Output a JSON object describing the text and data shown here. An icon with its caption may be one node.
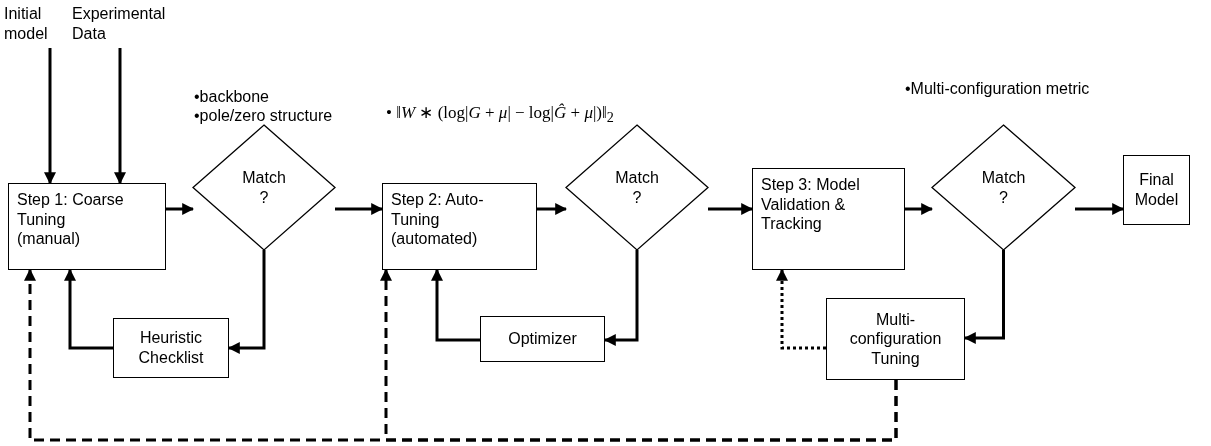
{
  "diagram": {
    "nodes": [
      {
        "text": [
          "Initial model"
        ]
      },
      {
        "text": [
          "Experimental Data"
        ]
      },
      {
        "text": [
          "Step 1: Coarse Tuning (manual)"
        ]
      },
      {
        "text": [
          "Match ?"
        ]
      },
      {
        "text": [
          "Step 2: Auto-Tuning (automated)"
        ]
      },
      {
        "text": [
          "Match ?"
        ]
      },
      {
        "text": [
          "Step 3: Model Validation & Tracking"
        ]
      },
      {
        "text": [
          "Match ?"
        ]
      },
      {
        "text": [
          "Final Model"
        ]
      },
      {
        "text": [
          "Heuristic Checklist"
        ]
      },
      {
        "text": [
          "Optimizer"
        ]
      },
      {
        "text": [
          "Multi-configuration Tuning"
        ]
      }
    ],
    "edges": [
      {
        "from": 0,
        "to": 2,
        "arrow": "to"
      },
      {
        "from": 1,
        "to": 2,
        "arrow": "to"
      },
      {
        "from": 2,
        "to": 3,
        "arrow": "to"
      },
      {
        "from": 3,
        "to": 4,
        "arrow": "to"
      },
      {
        "from": 3,
        "to": 9,
        "arrow": "to"
      },
      {
        "from": 9,
        "to": 2,
        "arrow": "to"
      },
      {
        "from": 4,
        "to": 5,
        "arrow": "to"
      },
      {
        "from": 5,
        "to": 6,
        "arrow": "to"
      },
      {
        "from": 5,
        "to": 10,
        "arrow": "to"
      },
      {
        "from": 10,
        "to": 4,
        "arrow": "to"
      },
      {
        "from": 6,
        "to": 7,
        "arrow": "to"
      },
      {
        "from": 7,
        "to": 8,
        "arrow": "to"
      },
      {
        "from": 7,
        "to": 11,
        "arrow": "to"
      },
      {
        "from": 11,
        "to": 6,
        "arrow": "to",
        "style": "dashed"
      },
      {
        "from": 11,
        "to": 4,
        "arrow": "to",
        "style": "dashed"
      },
      {
        "from": 11,
        "to": 2,
        "arrow": "to",
        "style": "dashed"
      }
    ],
    "labels": [
      "•backbone",
      "•pole/zero structure",
      "• ‖*W* ∗ (log|*G* + *μ*| − log|*Ĝ* + *μ*|)‖$_{2}$",
      "•Multi-configuration metric"
    ]
  }
}
